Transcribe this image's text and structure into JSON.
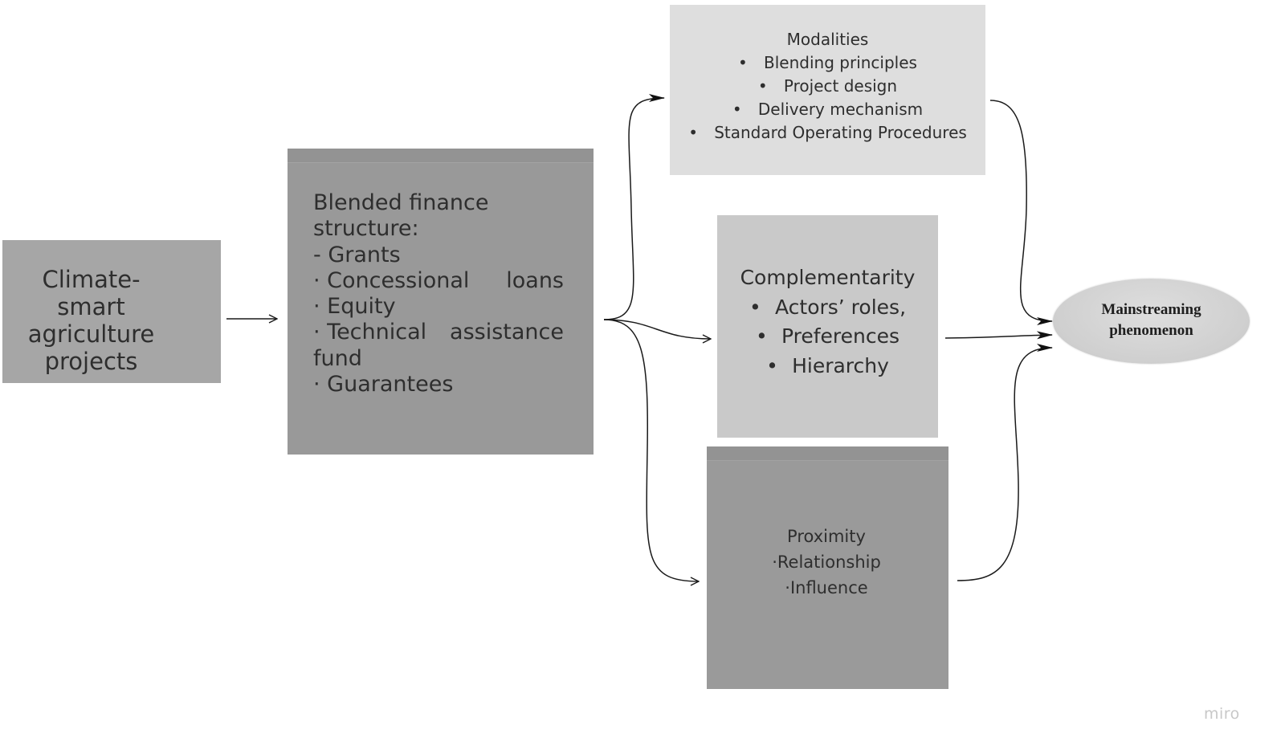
{
  "nodes": {
    "csa": {
      "lines": [
        "Climate-smart",
        "agriculture",
        "projects"
      ]
    },
    "blended_finance": {
      "title_lines": [
        "Blended finance",
        "structure:"
      ],
      "items": [
        "- Grants",
        "· Concessional",
        "loans",
        "· Equity",
        "· Technical",
        "assistance",
        "fund",
        "· Guarantees"
      ]
    },
    "modalities": {
      "title": "Modalities",
      "bullet": "•",
      "items": [
        "Blending principles",
        "Project design",
        "Delivery mechanism",
        "Standard Operating Procedures"
      ]
    },
    "complementarity": {
      "title": "Complementarity",
      "bullet": "•",
      "items": [
        "Actors’ roles,",
        "Preferences",
        "Hierarchy"
      ]
    },
    "proximity": {
      "title": "Proximity",
      "items": [
        "·Relationship",
        "·Influence"
      ]
    },
    "outcome": {
      "lines": [
        "Mainstreaming",
        "phenomenon"
      ]
    }
  },
  "colors": {
    "csa": "#a6a6a6",
    "blended_finance": "#999999",
    "modalities": "#dedede",
    "complementarity": "#c9c9c9",
    "proximity": "#9a9a9a",
    "connector": "#1a1a1a"
  },
  "brand": "miro"
}
